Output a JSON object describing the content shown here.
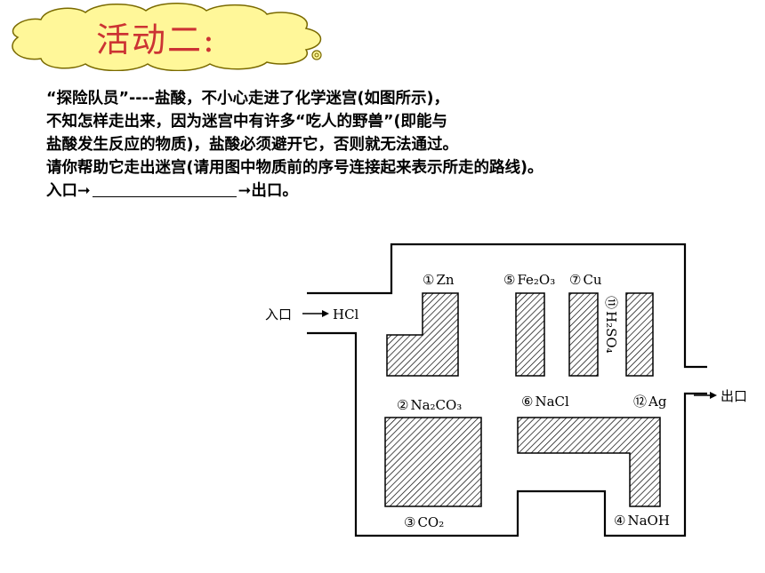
{
  "banner": {
    "title": "活动二:"
  },
  "text": {
    "line1": "“探险队员”----盐酸，不小心走进了化学迷宫(如图所示)，",
    "line2": "不知怎样走出来，因为迷宫中有许多“吃人的野兽”(即能与",
    "line3": "盐酸发生反应的物质)，盐酸必须避开它，否则就无法通过。",
    "line4": "请你帮助它走出迷宫(请用图中物质前的序号连接起来表示所走的路线)。",
    "line5_prefix": "入口➞",
    "line5_suffix": "➞出口。"
  },
  "maze": {
    "entrance_label": "入口",
    "entrance_reagent": "HCl",
    "exit_label": "出口",
    "substances": [
      {
        "num": "①",
        "name": "Zn"
      },
      {
        "num": "⑤",
        "name": "Fe₂O₃"
      },
      {
        "num": "⑦",
        "name": "Cu"
      },
      {
        "num": "⑪",
        "name": "H₂SO₄"
      },
      {
        "num": "②",
        "name": "Na₂CO₃"
      },
      {
        "num": "⑥",
        "name": "NaCl"
      },
      {
        "num": "⑫",
        "name": "Ag"
      },
      {
        "num": "③",
        "name": "CO₂"
      },
      {
        "num": "④",
        "name": "NaOH"
      }
    ]
  }
}
